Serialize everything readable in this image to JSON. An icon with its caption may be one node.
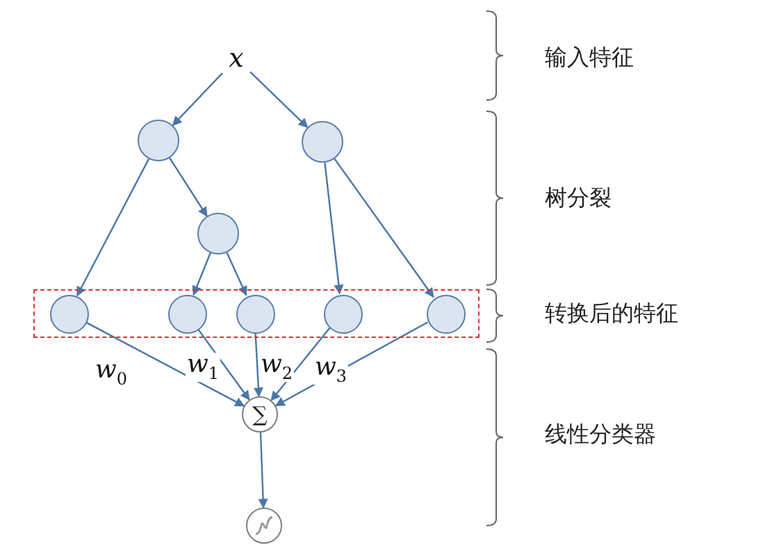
{
  "diagram": {
    "nodes": [
      {
        "text": [
          "x"
        ]
      },
      {
        "text": [],
        "shape": "circle"
      },
      {
        "text": [],
        "shape": "circle"
      },
      {
        "text": [],
        "shape": "circle"
      },
      {
        "text": [],
        "shape": "box"
      },
      {
        "text": [],
        "shape": "circle",
        "in": 4
      },
      {
        "text": [],
        "shape": "circle",
        "in": 4
      },
      {
        "text": [],
        "shape": "circle",
        "in": 4
      },
      {
        "text": [],
        "shape": "circle",
        "in": 4
      },
      {
        "text": [],
        "shape": "circle",
        "in": 4
      },
      {
        "text": [
          "∑"
        ]
      },
      {
        "text": [],
        "shape": "circle"
      }
    ],
    "edges": [
      {
        "from": 0,
        "to": 1,
        "arrow": "to"
      },
      {
        "from": 0,
        "to": 2,
        "arrow": "to"
      },
      {
        "from": 1,
        "to": 5,
        "arrow": "to"
      },
      {
        "from": 1,
        "to": 3,
        "arrow": "to"
      },
      {
        "from": 3,
        "to": 6,
        "arrow": "to"
      },
      {
        "from": 3,
        "to": 7,
        "arrow": "to"
      },
      {
        "from": 2,
        "to": 8,
        "arrow": "to"
      },
      {
        "from": 2,
        "to": 9,
        "arrow": "to"
      },
      {
        "from": 5,
        "to": 10,
        "arrow": "to",
        "label": "w$_{0}$"
      },
      {
        "from": 6,
        "to": 10,
        "arrow": "to",
        "label": "w$_{1}$"
      },
      {
        "from": 7,
        "to": 10,
        "arrow": "to",
        "label": "w$_{2}$"
      },
      {
        "from": 8,
        "to": 10,
        "arrow": "to",
        "label": "w$_{3}$"
      },
      {
        "from": 9,
        "to": 10,
        "arrow": "to"
      },
      {
        "from": 10,
        "to": 11,
        "arrow": "to"
      }
    ],
    "labels": [
      "输入特征",
      "树分裂",
      "转换后的特征",
      "线性分类器"
    ]
  }
}
